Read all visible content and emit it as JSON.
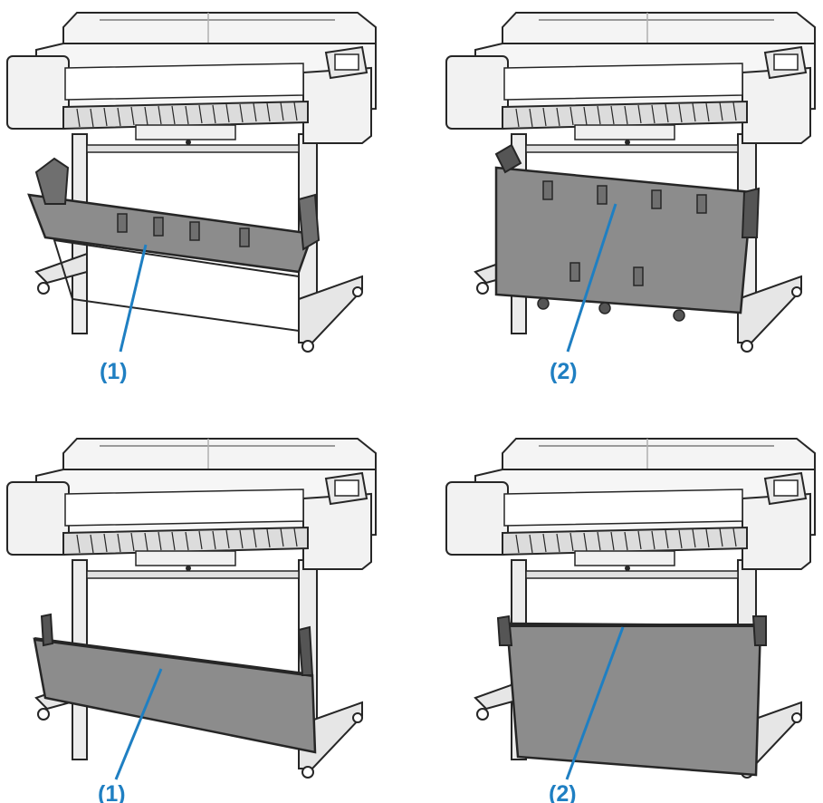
{
  "colors": {
    "callout": "#1f7fc2",
    "outline": "#262626",
    "body_light": "#f2f2f2",
    "body_mid": "#dcdcdc",
    "basket_fill": "#8c8c8c",
    "basket_dark": "#555555"
  },
  "panels": [
    {
      "id": "top-left",
      "label": "(1)",
      "variant": "basket-front-folded"
    },
    {
      "id": "top-right",
      "label": "(2)",
      "variant": "basket-back-folded"
    },
    {
      "id": "bottom-left",
      "label": "(1)",
      "variant": "basket-front-open"
    },
    {
      "id": "bottom-right",
      "label": "(2)",
      "variant": "basket-back-open"
    }
  ]
}
